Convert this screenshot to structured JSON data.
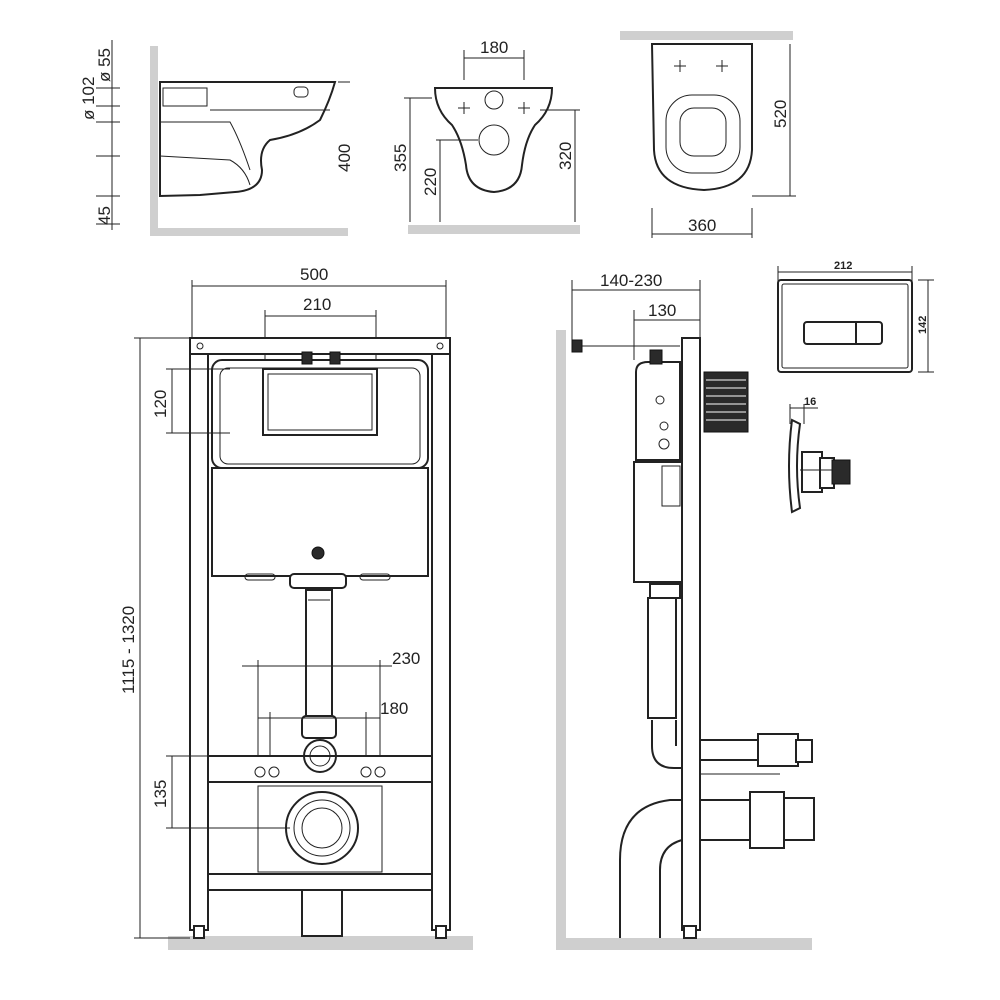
{
  "dimensions": {
    "side_d55": "ø 55",
    "side_d102": "ø 102",
    "side_400": "400",
    "side_45": "45",
    "front_180": "180",
    "front_355": "355",
    "front_220": "220",
    "front_320": "320",
    "top_520": "520",
    "top_360": "360",
    "frame_500": "500",
    "frame_210": "210",
    "frame_120": "120",
    "frame_height": "1115 - 1320",
    "frame_230": "230",
    "frame_180": "180",
    "frame_135": "135",
    "profile_depth": "140-230",
    "profile_130": "130",
    "button_width": "212",
    "button_height": "142",
    "button_depth": "16"
  }
}
